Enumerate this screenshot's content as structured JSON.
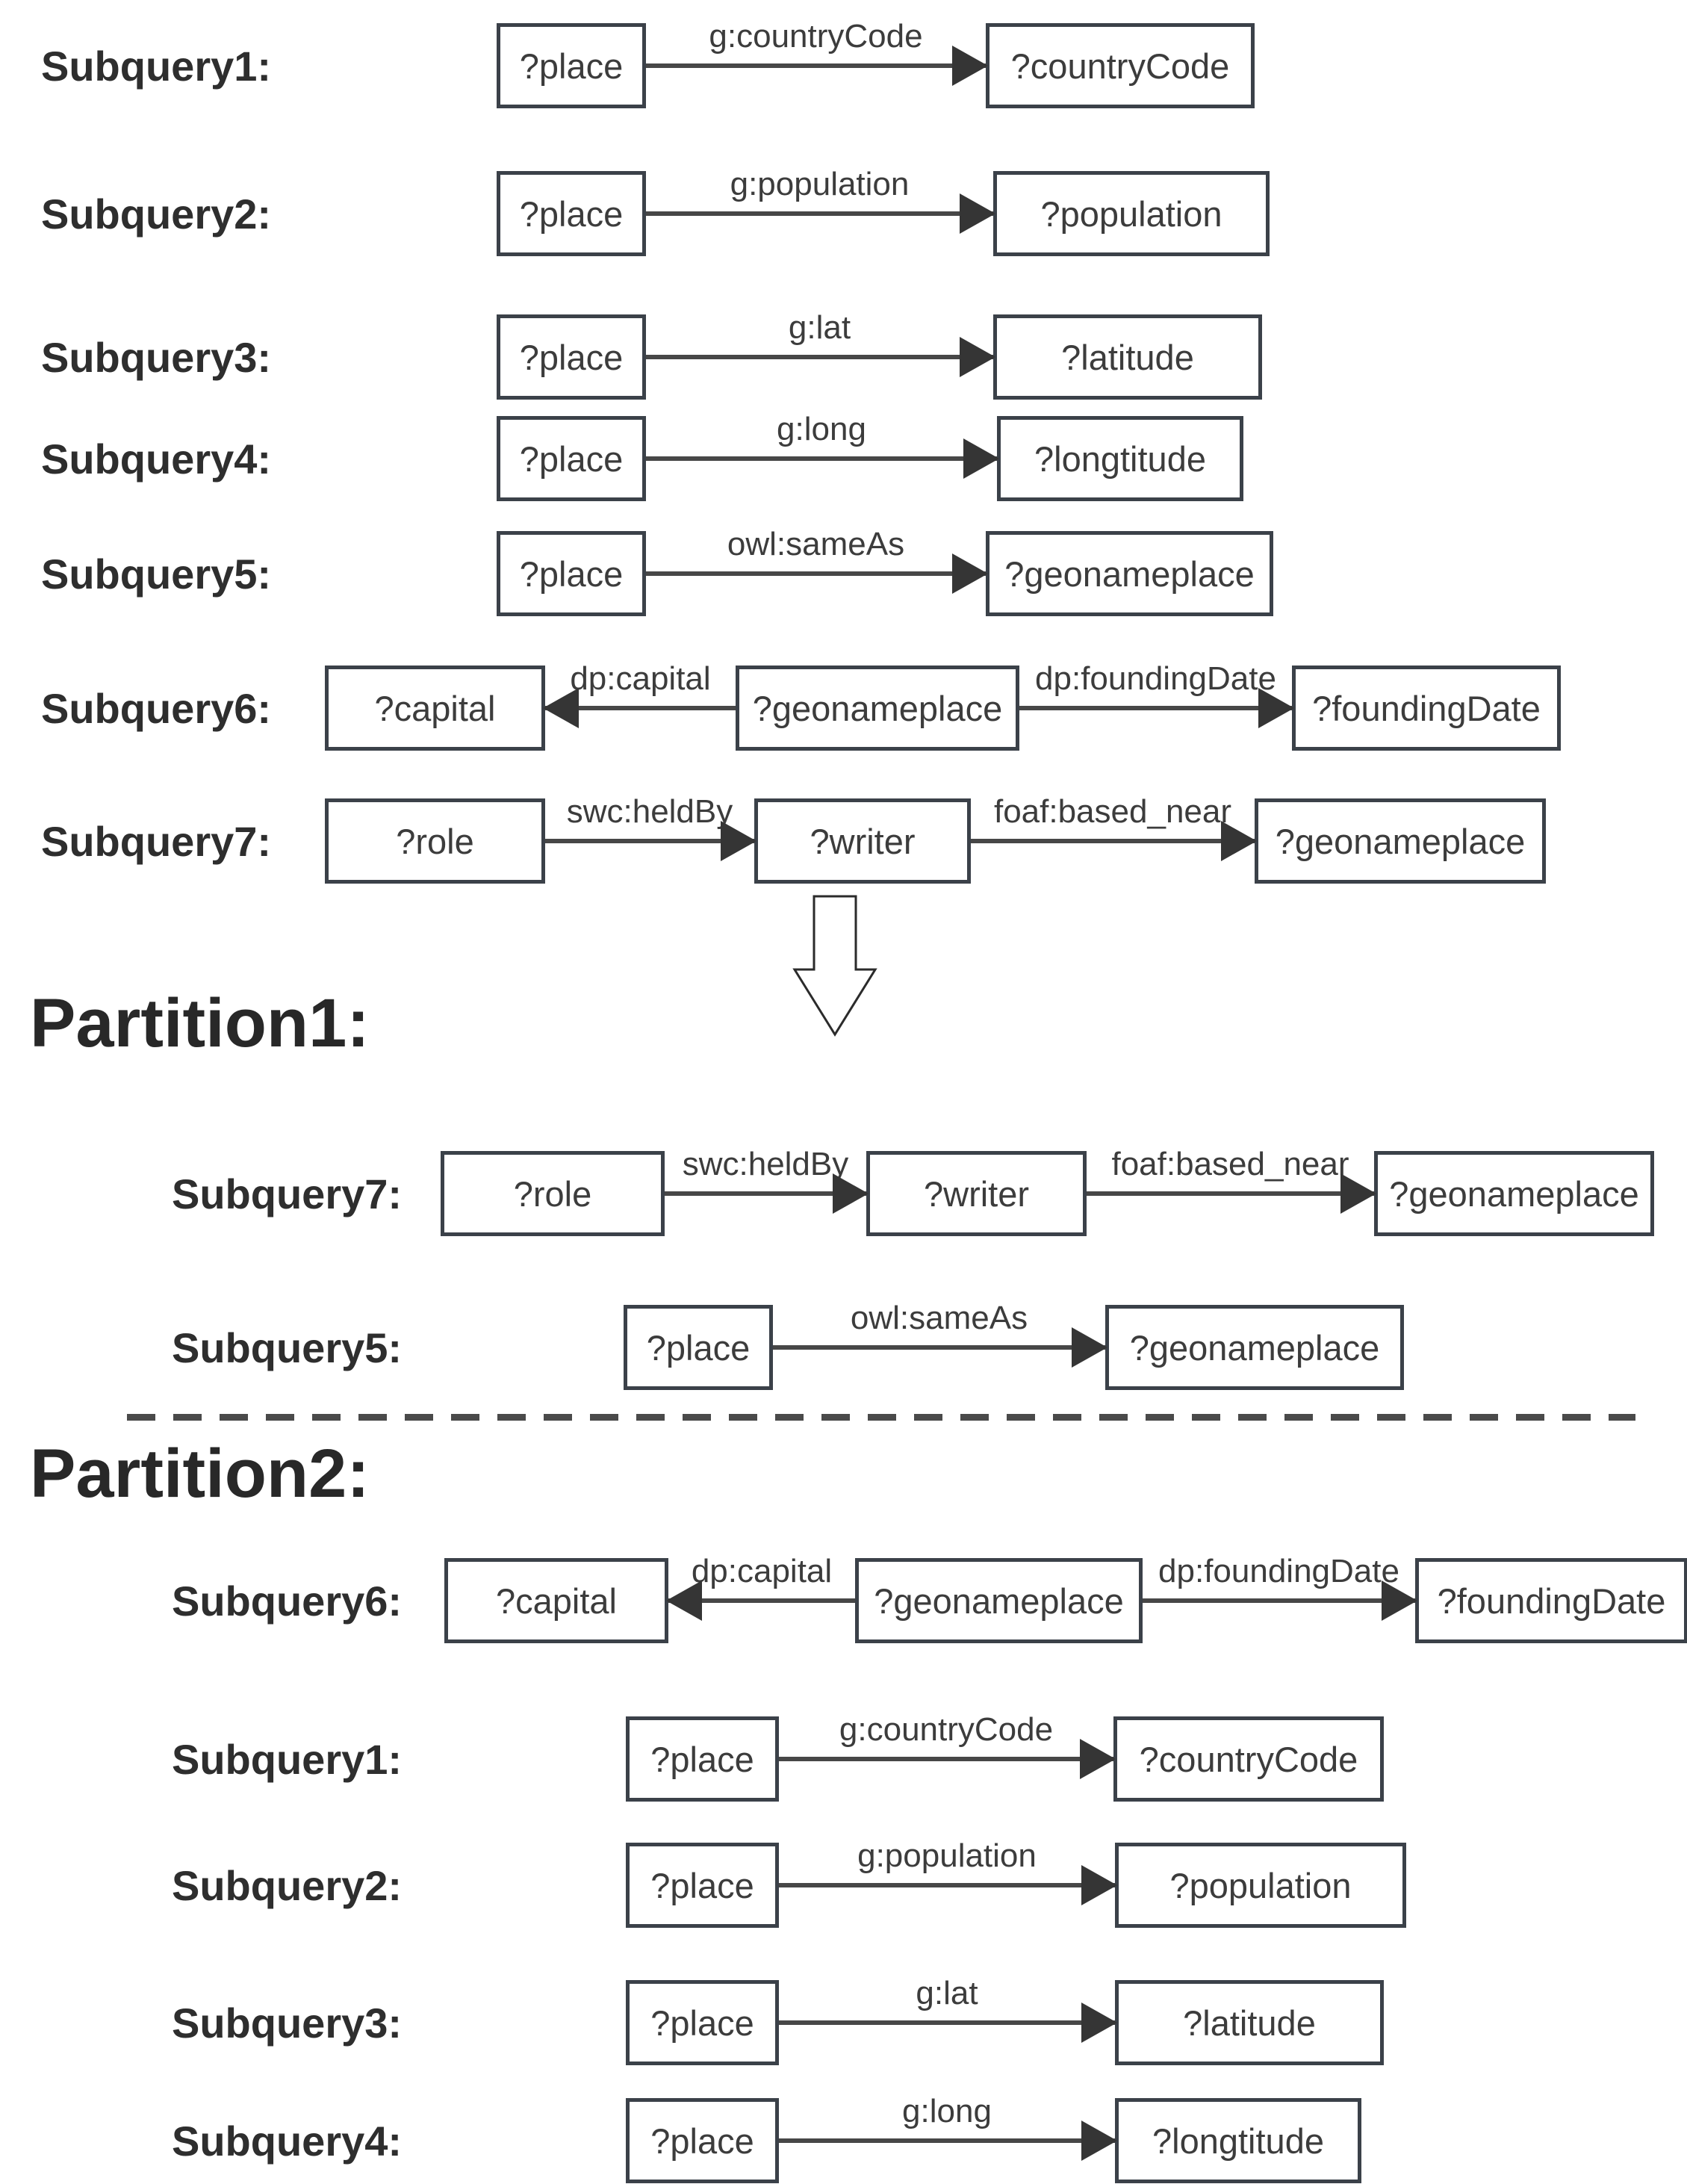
{
  "colors": {
    "box_border": "#3b4149",
    "arrow": "#474747",
    "text": "#3c3c3c"
  },
  "icons": {
    "down_arrow": "down-arrow",
    "arrow_right": "arrow-right",
    "arrow_left": "arrow-left"
  },
  "top": {
    "r1": {
      "label": "Subquery1:",
      "n0": "?place",
      "e0": "g:countryCode",
      "n1": "?countryCode"
    },
    "r2": {
      "label": "Subquery2:",
      "n0": "?place",
      "e0": "g:population",
      "n1": "?population"
    },
    "r3": {
      "label": "Subquery3:",
      "n0": "?place",
      "e0": "g:lat",
      "n1": "?latitude"
    },
    "r4": {
      "label": "Subquery4:",
      "n0": "?place",
      "e0": "g:long",
      "n1": "?longtitude"
    },
    "r5": {
      "label": "Subquery5:",
      "n0": "?place",
      "e0": "owl:sameAs",
      "n1": "?geonameplace"
    },
    "r6": {
      "label": "Subquery6:",
      "n0": "?capital",
      "e0": "dp:capital",
      "n1": "?geonameplace",
      "e1": "dp:foundingDate",
      "n2": "?foundingDate"
    },
    "r7": {
      "label": "Subquery7:",
      "n0": "?role",
      "e0": "swc:heldBy",
      "n1": "?writer",
      "e1": "foaf:based_near",
      "n2": "?geonameplace"
    }
  },
  "partition1": {
    "heading": "Partition1:",
    "r1": {
      "label": "Subquery7:",
      "n0": "?role",
      "e0": "swc:heldBy",
      "n1": "?writer",
      "e1": "foaf:based_near",
      "n2": "?geonameplace"
    },
    "r2": {
      "label": "Subquery5:",
      "n0": "?place",
      "e0": "owl:sameAs",
      "n1": "?geonameplace"
    }
  },
  "partition2": {
    "heading": "Partition2:",
    "r1": {
      "label": "Subquery6:",
      "n0": "?capital",
      "e0": "dp:capital",
      "n1": "?geonameplace",
      "e1": "dp:foundingDate",
      "n2": "?foundingDate"
    },
    "r2": {
      "label": "Subquery1:",
      "n0": "?place",
      "e0": "g:countryCode",
      "n1": "?countryCode"
    },
    "r3": {
      "label": "Subquery2:",
      "n0": "?place",
      "e0": "g:population",
      "n1": "?population"
    },
    "r4": {
      "label": "Subquery3:",
      "n0": "?place",
      "e0": "g:lat",
      "n1": "?latitude"
    },
    "r5": {
      "label": "Subquery4:",
      "n0": "?place",
      "e0": "g:long",
      "n1": "?longtitude"
    }
  }
}
